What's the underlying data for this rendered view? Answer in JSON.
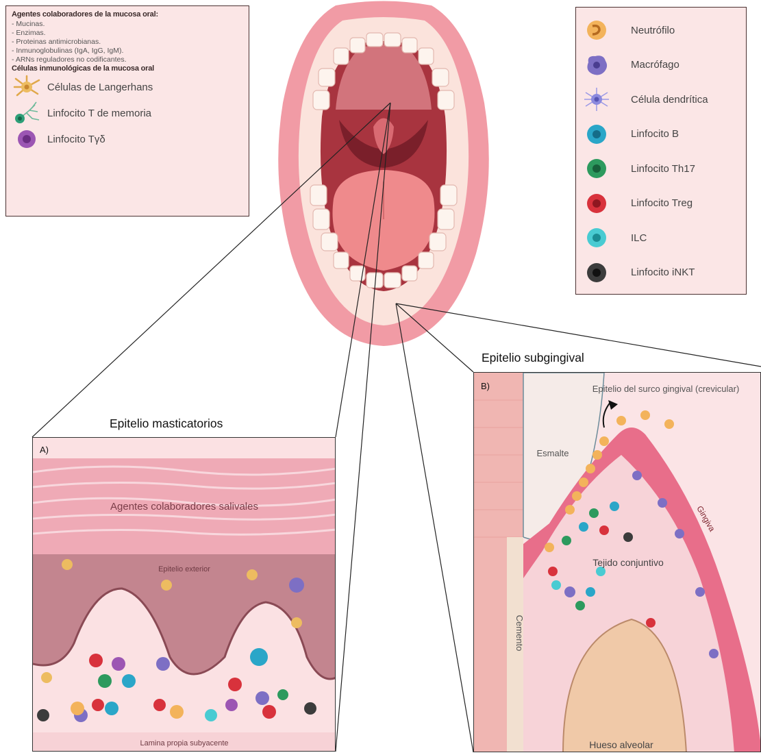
{
  "legend_left": {
    "heading_agents": "Agentes colaboradores de la mucosa oral:",
    "agents": [
      "- Mucinas.",
      "- Enzimas.",
      "- Proteinas antimicrobianas.",
      "- Inmunoglobulinas (IgA, IgG,  IgM).",
      "- ARNs reguladores no codificantes."
    ],
    "heading_cells": "Células inmunológicas de la mucosa oral",
    "cells": [
      {
        "label": "Células de Langerhans",
        "icon": "langerhans-cell-icon",
        "color": "#e9b45a"
      },
      {
        "label": "Linfocito T de memoria",
        "icon": "memory-t-cell-icon",
        "color": "#3fa88a"
      },
      {
        "label": "Linfocito Tγδ",
        "icon": "gamma-delta-t-cell-icon",
        "color": "#9a4fb0"
      }
    ]
  },
  "legend_right": {
    "cells": [
      {
        "label": "Neutrófilo",
        "icon": "neutrophil-icon",
        "color": "#f0a850"
      },
      {
        "label": "Macrófago",
        "icon": "macrophage-icon",
        "color": "#7b6cc0"
      },
      {
        "label": "Célula dendrítica",
        "icon": "dendritic-cell-icon",
        "color": "#8f8de0"
      },
      {
        "label": "Linfocito B",
        "icon": "b-cell-icon",
        "color": "#2fa9c8"
      },
      {
        "label": "Linfocito Th17",
        "icon": "th17-cell-icon",
        "color": "#2f9a60"
      },
      {
        "label": "Linfocito Treg",
        "icon": "treg-cell-icon",
        "color": "#d8323c"
      },
      {
        "label": "ILC",
        "icon": "ilc-icon",
        "color": "#3cc6cf"
      },
      {
        "label": "Linfocito iNKT",
        "icon": "inkt-cell-icon",
        "color": "#3a3a3a"
      }
    ]
  },
  "panel_a": {
    "title": "Epitelio masticatorios",
    "label": "A)",
    "saliva_label": "Agentes colaboradores salivales",
    "epithelium_label": "Epitelio exterior",
    "lamina_label": "Lamina propia subyacente"
  },
  "panel_b": {
    "title": "Epitelio subgingival",
    "label": "B)",
    "sulcus_label": "Epitelio del surco gingival (crevicular)",
    "enamel_label": "Esmalte",
    "gingiva_label": "Gingiva",
    "cementum_label": "Cemento",
    "connective_label": "Tejido conjuntivo",
    "bone_label": "Hueso alveolar"
  },
  "colors": {
    "box_bg": "#fbe6e6",
    "tissue_pink": "#d98a9a",
    "gum_red": "#e25d7a",
    "lip": "#f2a0a8"
  }
}
